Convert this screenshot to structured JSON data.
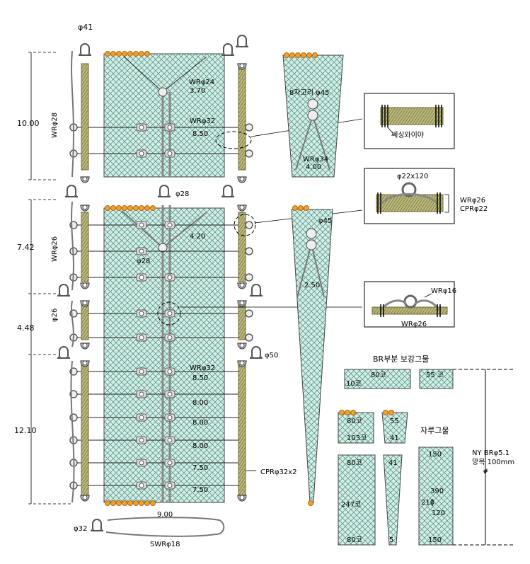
{
  "colors": {
    "net_fill": "#d6ece6",
    "net_mesh": "#3f8f7e",
    "rope": "#b9b77a",
    "float": "#f0a030"
  },
  "labels": {
    "phi41": "φ41",
    "dim_10_00": "10.00",
    "dim_7_42": "7.42",
    "dim_4_48": "4.48",
    "dim_12_10": "12.10",
    "wr28": "WRφ28",
    "wr26": "WRφ26",
    "phi26": "φ26",
    "wr24": "WRφ24",
    "l370": "3.70",
    "wr32_a": "WRφ32",
    "l850_a": "8.50",
    "phi28_top": "φ28",
    "l420": "4.20",
    "phi28_mid": "φ28",
    "wr32_b": "WRφ32",
    "l850_b": "8.50",
    "l800_a": "8.00",
    "l800_b": "8.00",
    "l800_c": "8.00",
    "l750_a": "7.50",
    "l750_b": "7.50",
    "l900": "9.00",
    "phi50": "φ50",
    "cpr32x2": "CPRφ32x2",
    "phi32": "φ32",
    "swr18": "SWRφ18",
    "eight_ring": "8자고리 φ45",
    "wr34": "WRφ34",
    "l400": "4.00",
    "phi45": "φ45",
    "l250": "2.50",
    "detail1": "쎄싱와이야",
    "detail2_top": "φ22x120",
    "detail2_wr": "WRφ26",
    "detail2_cpr": "CPRφ22",
    "detail3_wr16": "WRφ16",
    "detail3_wr26": "WRφ26",
    "br_title": "BR부분 보강그물",
    "br_80": "80코",
    "br_10": "10코",
    "br_55": "55 코",
    "jaru_title": "자루그물",
    "p_80a": "80코",
    "p_103": "103코",
    "p_55": "55",
    "p_41": "41",
    "p_80b": "80코",
    "p_247": "247코",
    "p_80c": "80코",
    "p_41b": "41",
    "p_5": "5",
    "p_150a": "150",
    "p_390": "390",
    "p_210": "210",
    "p_120": "120",
    "p_150b": "150",
    "ny_br": "NY BRφ5.1",
    "mesh": "망목 100mm",
    "hash": "#"
  }
}
